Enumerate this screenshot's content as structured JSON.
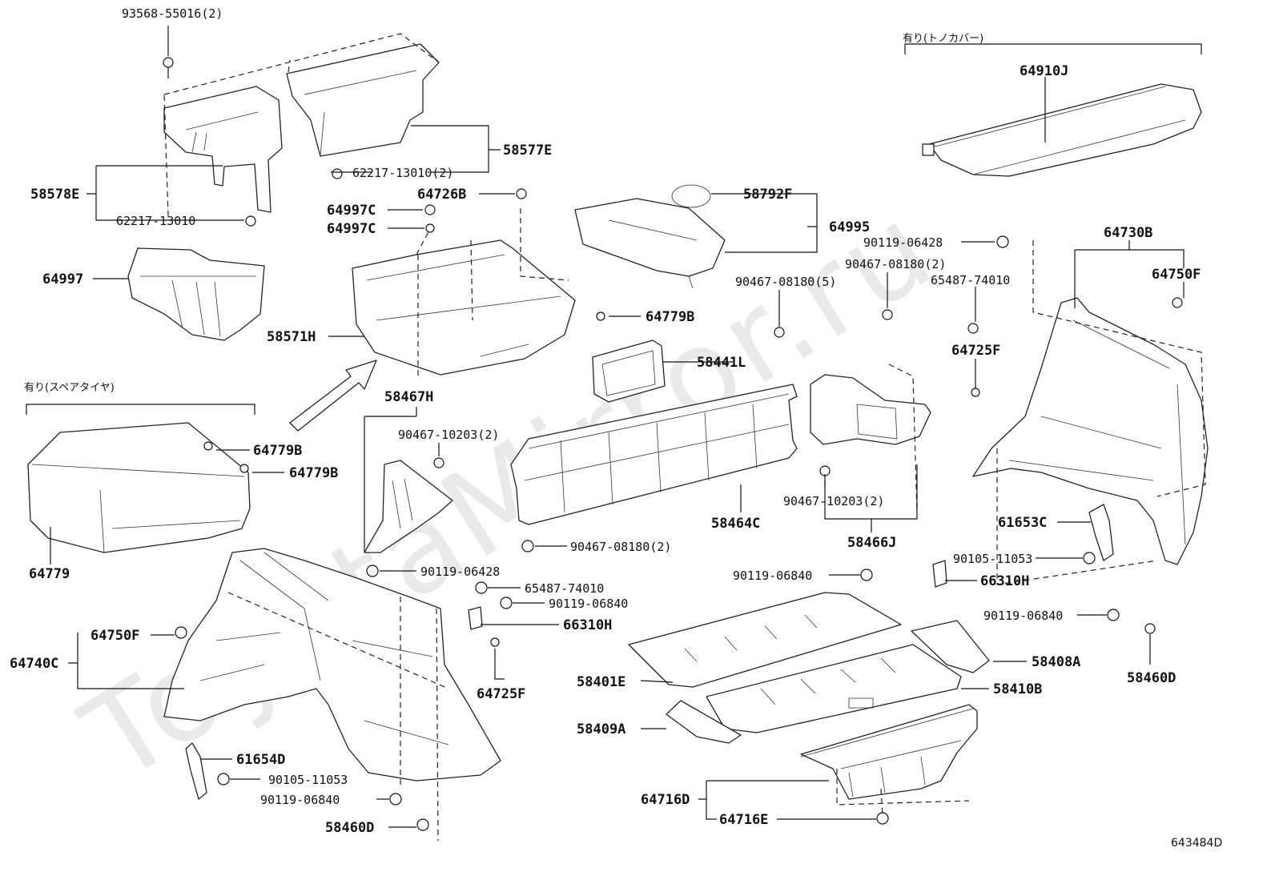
{
  "watermark": "ToyotaMirror.ru",
  "diagram_code": "643484D",
  "notes": {
    "spare_tire": "有り(スペアタイヤ)",
    "tonneau_cover": "有り(トノカバー)"
  },
  "labels": {
    "p93568_55016": "93568-55016(2)",
    "p58577E": "58577E",
    "p62217_13010_2": "62217-13010(2)",
    "p58578E": "58578E",
    "p62217_13010": "62217-13010",
    "p64997": "64997",
    "p64997C_a": "64997C",
    "p64997C_b": "64997C",
    "p64726B": "64726B",
    "p58571H": "58571H",
    "p58792F": "58792F",
    "p64995": "64995",
    "p64779B_top": "64779B",
    "p64910J": "64910J",
    "p90119_06428_r": "90119-06428",
    "p90467_08180_2r": "90467-08180(2)",
    "p65487_74010_r": "65487-74010",
    "p64730B": "64730B",
    "p64750F_r": "64750F",
    "p90467_08180_5": "90467-08180(5)",
    "p64725F_r": "64725F",
    "p58441L": "58441L",
    "p58467H": "58467H",
    "p90467_10203_l": "90467-10203(2)",
    "p64779B_a": "64779B",
    "p64779B_b": "64779B",
    "p64779": "64779",
    "p58464C": "58464C",
    "p90467_10203_r": "90467-10203(2)",
    "p58466J": "58466J",
    "p61653C": "61653C",
    "p90467_08180_2": "90467-08180(2)",
    "p90105_11053_r": "90105-11053",
    "p90119_06428_l": "90119-06428",
    "p90119_06840_mid": "90119-06840",
    "p66310H_r": "66310H",
    "p65487_74010_l": "65487-74010",
    "p90119_06840_l": "90119-06840",
    "p64750F_l": "64750F",
    "p66310H_l": "66310H",
    "p90119_06840_r": "90119-06840",
    "p64740C": "64740C",
    "p58408A": "58408A",
    "p58460D_r": "58460D",
    "p64725F_l": "64725F",
    "p58401E": "58401E",
    "p58410B": "58410B",
    "p58409A": "58409A",
    "p61654D": "61654D",
    "p90105_11053_l": "90105-11053",
    "p90119_06840_bl": "90119-06840",
    "p58460D_l": "58460D",
    "p64716D": "64716D",
    "p64716E": "64716E"
  }
}
